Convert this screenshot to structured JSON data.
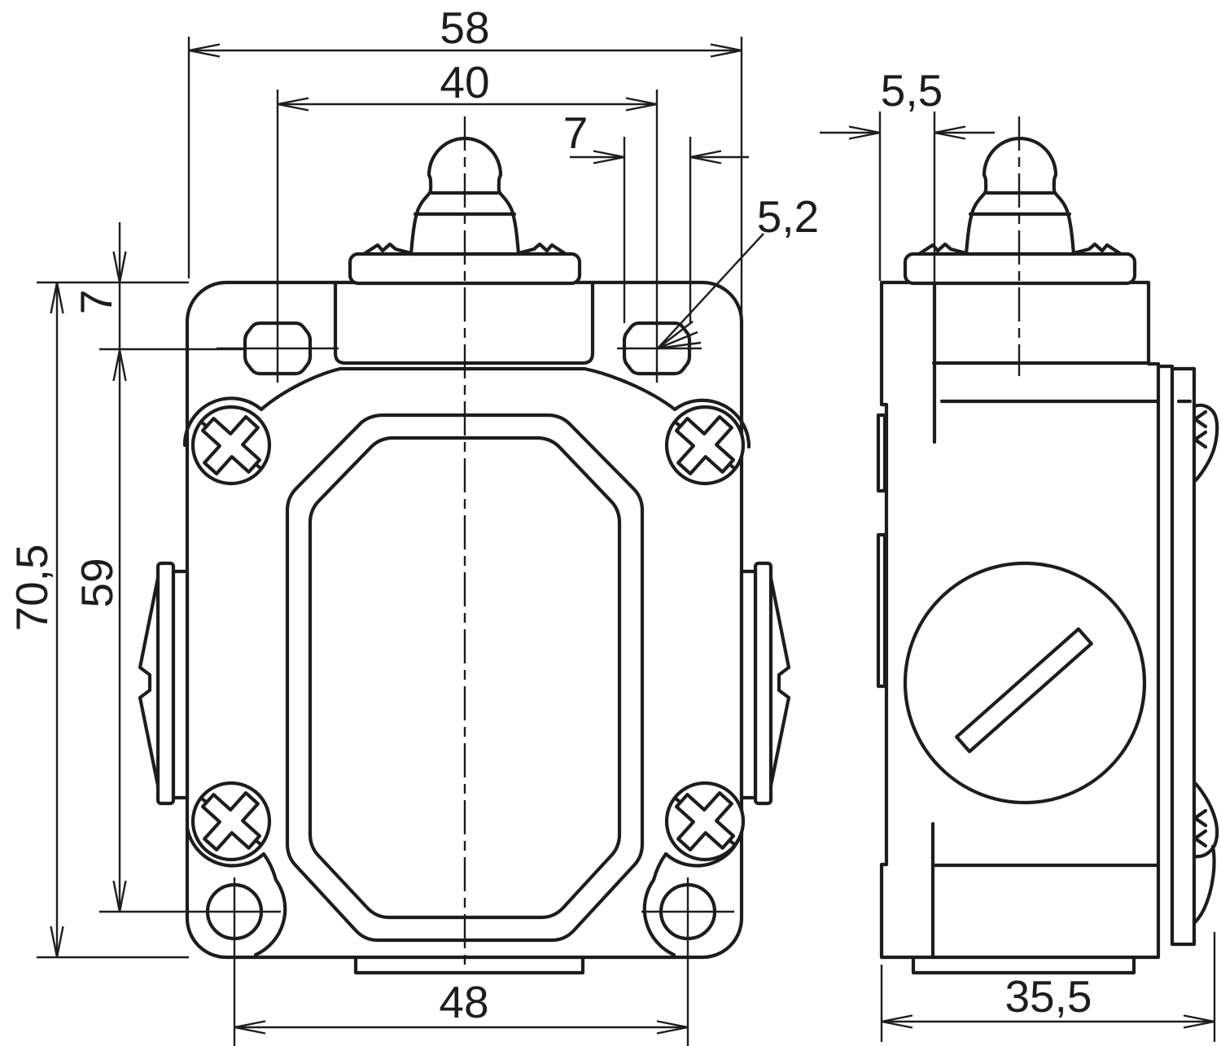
{
  "drawing": {
    "kind": "technical-dimension-drawing",
    "subject": "limit-switch front and side orthographic views",
    "units": "mm",
    "line_color": "#1d1d1b",
    "background_color": "#ffffff",
    "dims": {
      "overall_width": {
        "label": "58",
        "value": 58
      },
      "hole_spacing_x": {
        "label": "40",
        "value": 40
      },
      "slot_length": {
        "label": "7",
        "value": 7
      },
      "slot_width": {
        "label": "5,2",
        "value": 5.2
      },
      "head_offset": {
        "label": "5,5",
        "value": 5.5
      },
      "top_to_hole_axis": {
        "label": "7",
        "value": 7
      },
      "overall_height": {
        "label": "70,5",
        "value": 70.5
      },
      "hole_spacing_y": {
        "label": "59",
        "value": 59
      },
      "bottom_hole_spacing": {
        "label": "48",
        "value": 48
      },
      "overall_depth": {
        "label": "35,5",
        "value": 35.5
      }
    }
  }
}
